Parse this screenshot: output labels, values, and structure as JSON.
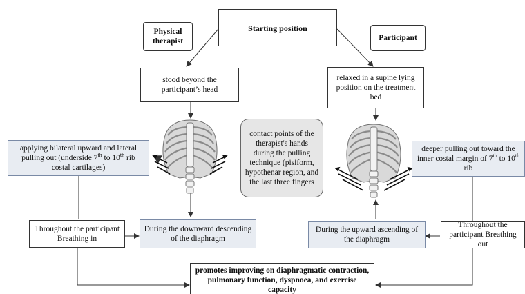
{
  "diagram": {
    "starting_position": "Starting position",
    "physical_therapist": "Physical therapist",
    "participant": "Participant",
    "therapist_stood": "stood beyond the participant’s head",
    "participant_relaxed": "relaxed in a supine lying position on the treatment bed",
    "applying_pulling_a": "applying  bilateral upward and lateral pulling out  (underside 7",
    "applying_pulling_sup1": "th",
    "applying_pulling_b": " to 10",
    "applying_pulling_sup2": "th",
    "applying_pulling_c": " rib costal cartilages)",
    "contact_points": "contact points of the therapist's hands during the pulling technique (pisiform, hypothenar region, and the last three fingers",
    "deeper_pulling_a": "deeper pulling  out toward the inner costal margin of 7",
    "deeper_pulling_sup1": "th",
    "deeper_pulling_b": "  to 10",
    "deeper_pulling_sup2": "th",
    "deeper_pulling_c": " rib",
    "breathing_in": "Throughout the participant Breathing  in",
    "downward": "During the downward descending of the diaphragm",
    "upward": "During the upward ascending of the diaphragm",
    "breathing_out": "Throughout the participant Breathing  out",
    "outcome": "promotes improving on diaphragmatic contraction, pulmonary function, dyspnoea, and exercise capacity"
  },
  "colors": {
    "grey_fill": "#e8ecf2",
    "rounded_fill": "#e6e6e6",
    "line": "#333333"
  }
}
